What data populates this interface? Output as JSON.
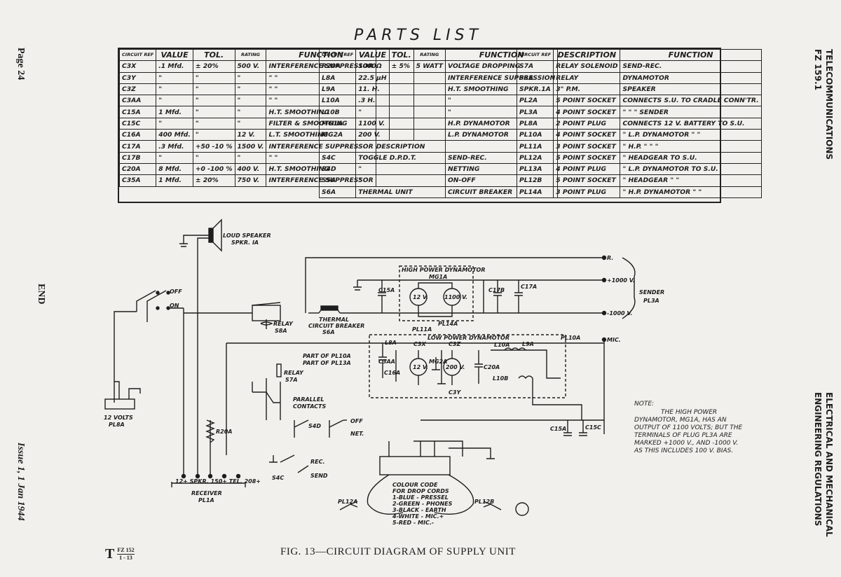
{
  "page": {
    "left_margin_top": "Page 24",
    "left_margin_mid": "END",
    "left_margin_bottom": "Issue 1, 1 Jan  1944",
    "right_margin_top_1": "TELECOMMUNICATIONS",
    "right_margin_top_2": "FZ 159.1",
    "right_margin_bottom_1": "ELECTRICAL AND MECHANICAL",
    "right_margin_bottom_2": "ENGINEERING  REGULATIONS",
    "figure_caption": "FIG. 13—CIRCUIT DIAGRAM OF SUPPLY UNIT",
    "t_code_letter": "T",
    "t_code_top": "FZ 152",
    "t_code_bottom": "1 - 13"
  },
  "parts_list": {
    "title": "PARTS   LIST",
    "table1": {
      "headers": [
        "CIRCUIT REF",
        "VALUE",
        "TOL.",
        "RATING",
        "FUNCTION"
      ],
      "rows": [
        [
          "C3X",
          ".1 Mfd.",
          "± 20%",
          "500 V.",
          "INTERFERENCE SUPPRESSOR"
        ],
        [
          "C3Y",
          "\"",
          "\"",
          "\"",
          "\"            \""
        ],
        [
          "C3Z",
          "\"",
          "\"",
          "\"",
          "\"            \""
        ],
        [
          "C3AA",
          "\"",
          "\"",
          "\"",
          "\"            \""
        ],
        [
          "C15A",
          "1 Mfd.",
          "\"",
          "\"",
          "H.T. SMOOTHING"
        ],
        [
          "C15C",
          "\"",
          "\"",
          "\"",
          "FILTER & SMOOTHING"
        ],
        [
          "C16A",
          "400 Mfd.",
          "\"",
          "12 V.",
          "L.T. SMOOTHING"
        ],
        [
          "C17A",
          ".3 Mfd.",
          "+50 -10 %",
          "1500 V.",
          "INTERFERENCE SUPPRESSOR"
        ],
        [
          "C17B",
          "\"",
          "\"",
          "\"",
          "\"            \""
        ],
        [
          "C20A",
          "8 Mfd.",
          "+0 -100 %",
          "400 V.",
          "H.T. SMOOTHING"
        ],
        [
          "C35A",
          "1 Mfd.",
          "± 20%",
          "750 V.",
          "INTERFERENCE SUPPRESSOR"
        ]
      ]
    },
    "table2": {
      "headers": [
        "CIRCUIT REF",
        "VALUE",
        "TOL.",
        "RATING",
        "FUNCTION"
      ],
      "rows": [
        [
          "R20A",
          "1000Ω",
          "± 5%",
          "5 WATT",
          "VOLTAGE DROPPING"
        ],
        [
          "L8A",
          "22.5 μH",
          "",
          "",
          "INTERFERENCE SUPPRESSION"
        ],
        [
          "L9A",
          "11. H.",
          "",
          "",
          "H.T. SMOOTHING"
        ],
        [
          "L10A",
          ".3 H.",
          "",
          "",
          "\""
        ],
        [
          "L10B",
          "\"",
          "",
          "",
          "\""
        ],
        [
          "MG1A",
          "1100 V.",
          "",
          "",
          "H.P. DYNAMOTOR"
        ],
        [
          "MG2A",
          "200 V.",
          "",
          "",
          "L.P. DYNAMOTOR"
        ]
      ],
      "description_header": "DESCRIPTION",
      "desc_rows": [
        [
          "S4C",
          "TOGGLE  D.P.D.T.",
          "SEND-REC."
        ],
        [
          "S4D",
          "\"",
          "NETTING"
        ],
        [
          "S5A",
          "\"",
          "ON-OFF"
        ],
        [
          "S6A",
          "THERMAL  UNIT",
          "CIRCUIT  BREAKER"
        ]
      ]
    },
    "table3": {
      "headers": [
        "CIRCUIT REF",
        "DESCRIPTION",
        "FUNCTION"
      ],
      "rows": [
        [
          "S7A",
          "RELAY SOLENOID",
          "SEND-REC."
        ],
        [
          "S8A",
          "RELAY",
          "DYNAMOTOR"
        ],
        [
          "SPKR.1A",
          "3\" P.M.",
          "SPEAKER"
        ],
        [
          "PL2A",
          "5 POINT SOCKET",
          "CONNECTS S.U. TO CRADLE CONN'TR."
        ],
        [
          "PL3A",
          "4 POINT SOCKET",
          "\"   \"   \" SENDER"
        ],
        [
          "PL8A",
          "2 POINT PLUG",
          "CONNECTS 12 V. BATTERY TO S.U."
        ],
        [
          "PL10A",
          "4 POINT SOCKET",
          "\"   L.P. DYNAMOTOR  \"  \""
        ],
        [
          "PL11A",
          "3 POINT SOCKET",
          "\"   H.P.    \"    \"  \""
        ],
        [
          "PL12A",
          "5 POINT SOCKET",
          "\"   HEADGEAR TO S.U."
        ],
        [
          "PL13A",
          "4 POINT PLUG",
          "\"   L.P. DYNAMOTOR TO S.U."
        ],
        [
          "PL12B",
          "5 POINT SOCKET",
          "\"   HEADGEAR  \"  \""
        ],
        [
          "PL14A",
          "3 POINT PLUG",
          "\"   H.P. DYNAMOTOR  \"  \""
        ]
      ]
    }
  },
  "diagram_labels": {
    "loudspeaker": "LOUD SPEAKER",
    "loudspeaker_ref": "SPKR. IA",
    "off": "OFF",
    "on": "ON",
    "relay_s8a_1": "RELAY",
    "relay_s8a_2": "S8A",
    "thermal_1": "THERMAL",
    "thermal_2": "CIRCUIT BREAKER",
    "thermal_3": "S6A",
    "hp_dyn_1": "HIGH POWER DYNAMOTOR",
    "hp_dyn_2": "MG1A",
    "pl14a": "PL14A",
    "pl11a": "PL11A",
    "lp_dyn": "LOW POWER DYNAMOTOR",
    "pl10a": "PART OF PL10A",
    "pl13a": "PART OF PL13A",
    "relay_s7a_1": "RELAY",
    "relay_s7a_2": "S7A",
    "parallel_1": "PARALLEL",
    "parallel_2": "CONTACTS",
    "volts_1": "12 VOLTS",
    "volts_2": "PL8A",
    "r20a": "R20A",
    "s4d": "S4D",
    "s4d_off": "OFF",
    "s4d_net": "NET.",
    "s4c": "S4C",
    "s4c_rec": "REC.",
    "s4c_send": "SEND",
    "receiver_1": "RECEIVER",
    "receiver_2": "PL1A",
    "receiver_pins": "12+  SPKR.  150+  TEL.  208+",
    "r_label": "R.",
    "plus1000": "+1000 V.",
    "minus1000": "-1000 V.",
    "mic": "MIC.",
    "sender_1": "SENDER",
    "sender_2": "PL3A",
    "c15a": "C15A",
    "c17b": "C17B",
    "c17a": "C17A",
    "l8a": "L8A",
    "c3x": "C3X",
    "c3z": "C3Z",
    "l9a": "L9A",
    "l10a": "L10A",
    "c3aa": "C3AA",
    "c16a": "C16A",
    "mg2a": "MG2A",
    "c20a": "C20A",
    "l10b": "L10B",
    "c3y": "C3Y",
    "pl10a_right": "PL10A",
    "c15a_low": "C15A",
    "c15c": "C15C",
    "v12_a": "12 V.",
    "v1100": "1100 V.",
    "v12_b": "12 V.",
    "v200": "200 V.",
    "pl12a": "PL12A",
    "pl12b": "PL12B",
    "colour_code": [
      "COLOUR CODE",
      "FOR DROP CORDS",
      "1-BLUE - PRESSEL",
      "2-GREEN - PHONES",
      "3-BLACK - EARTH",
      "4-WHITE - MIC.+",
      "5-RED - MIC.-"
    ]
  },
  "note": {
    "title": "NOTE:",
    "text": "THE HIGH POWER DYNAMOTOR, MG1A, HAS AN OUTPUT OF 1100 VOLTS; BUT THE TERMINALS OF PLUG PL3A ARE MARKED +1000 V., AND -1000 V. AS THIS INCLUDES 100 V. BIAS."
  }
}
